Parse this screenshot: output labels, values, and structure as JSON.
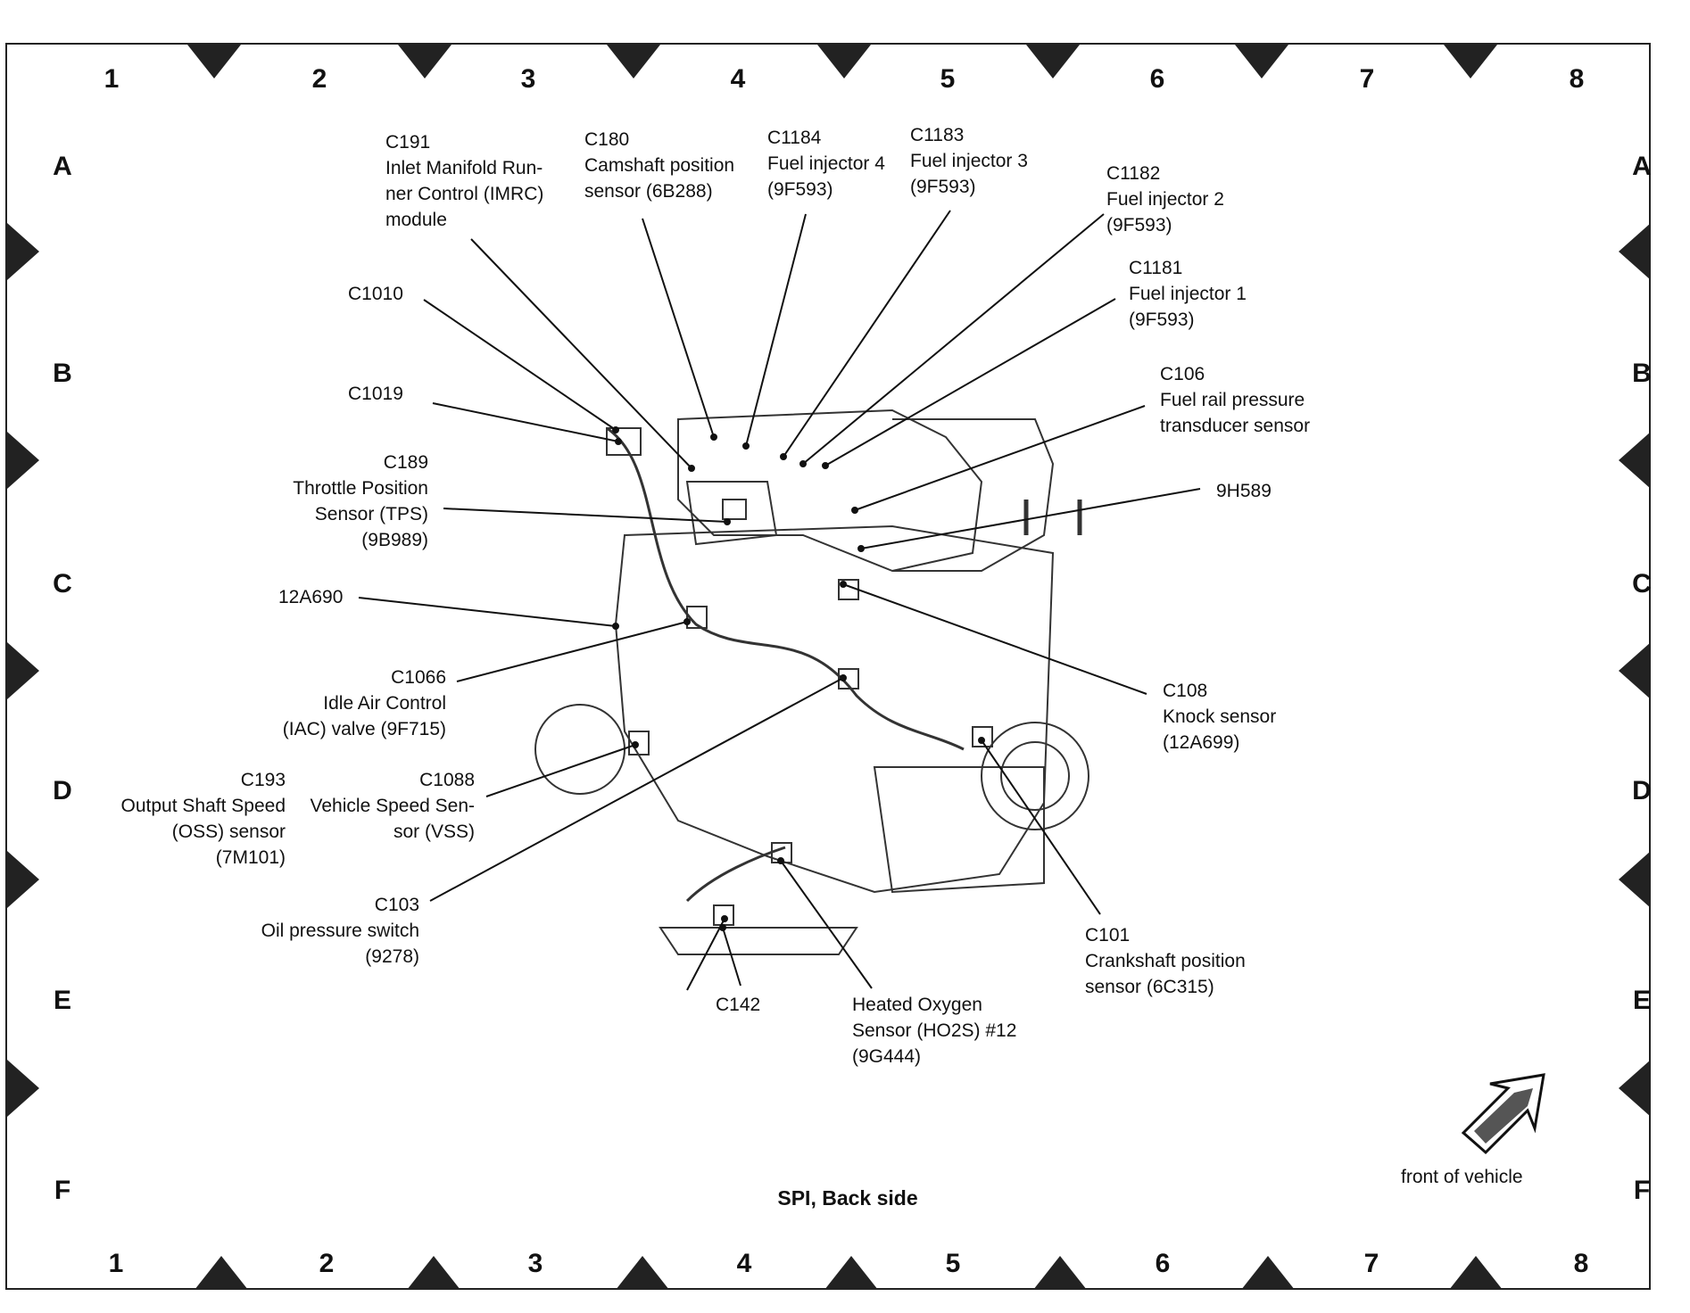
{
  "grid": {
    "columns": [
      "1",
      "2",
      "3",
      "4",
      "5",
      "6",
      "7",
      "8"
    ],
    "rows": [
      "A",
      "B",
      "C",
      "D",
      "E",
      "F"
    ]
  },
  "title": "SPI, Back side",
  "orientation": {
    "label": "front of vehicle",
    "icon": "arrow-up-right-icon"
  },
  "callouts": [
    {
      "id": "c191",
      "lines": [
        "C191",
        "Inlet Manifold Run-",
        "ner Control (IMRC)",
        "module"
      ]
    },
    {
      "id": "c180",
      "lines": [
        "C180",
        "Camshaft position",
        "sensor (6B288)"
      ]
    },
    {
      "id": "c1184",
      "lines": [
        "C1184",
        "Fuel injector 4",
        "(9F593)"
      ]
    },
    {
      "id": "c1183",
      "lines": [
        "C1183",
        "Fuel injector 3",
        "(9F593)"
      ]
    },
    {
      "id": "c1182",
      "lines": [
        "C1182",
        "Fuel injector 2",
        "(9F593)"
      ]
    },
    {
      "id": "c1181",
      "lines": [
        "C1181",
        "Fuel injector 1",
        "(9F593)"
      ]
    },
    {
      "id": "c1010",
      "lines": [
        "C1010"
      ]
    },
    {
      "id": "c1019",
      "lines": [
        "C1019"
      ]
    },
    {
      "id": "c106",
      "lines": [
        "C106",
        "Fuel rail pressure",
        "transducer sensor"
      ]
    },
    {
      "id": "c189",
      "lines": [
        "C189",
        "Throttle Position",
        "Sensor (TPS)",
        "(9B989)"
      ]
    },
    {
      "id": "9h589",
      "lines": [
        "9H589"
      ]
    },
    {
      "id": "12a690",
      "lines": [
        "12A690"
      ]
    },
    {
      "id": "c1066",
      "lines": [
        "C1066",
        "Idle Air Control",
        "(IAC) valve (9F715)"
      ]
    },
    {
      "id": "c108",
      "lines": [
        "C108",
        "Knock sensor",
        "(12A699)"
      ]
    },
    {
      "id": "c193",
      "lines": [
        "C193",
        "Output Shaft Speed",
        "(OSS) sensor",
        "(7M101)"
      ]
    },
    {
      "id": "c1088",
      "lines": [
        "C1088",
        "Vehicle Speed Sen-",
        "sor (VSS)"
      ]
    },
    {
      "id": "c103",
      "lines": [
        "C103",
        "Oil pressure switch",
        "(9278)"
      ]
    },
    {
      "id": "c101",
      "lines": [
        "C101",
        "Crankshaft position",
        "sensor (6C315)"
      ]
    },
    {
      "id": "c142",
      "lines": [
        "C142"
      ]
    },
    {
      "id": "ho2s",
      "lines": [
        "Heated Oxygen",
        "Sensor (HO2S) #12",
        "(9G444)"
      ]
    }
  ]
}
